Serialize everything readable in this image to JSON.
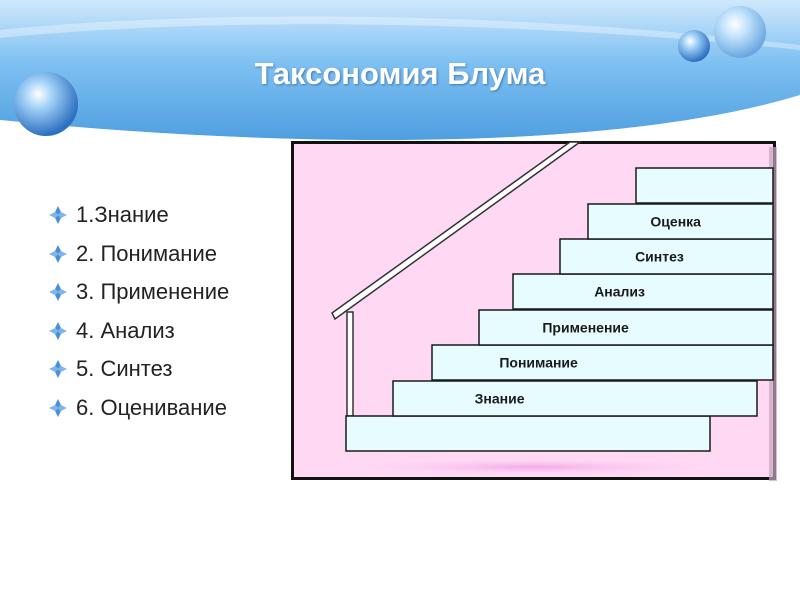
{
  "slide": {
    "title": "Таксономия Блума"
  },
  "bullets": [
    {
      "text": "1.Знание"
    },
    {
      "text": "2. Понимание"
    },
    {
      "text": "3. Применение"
    },
    {
      "text": "4. Анализ"
    },
    {
      "text": "5. Синтез"
    },
    {
      "text": "6. Оценивание"
    }
  ],
  "staircase": {
    "steps": [
      {
        "label": ""
      },
      {
        "label": "Знание"
      },
      {
        "label": "Понимание"
      },
      {
        "label": "Применение"
      },
      {
        "label": "Анализ"
      },
      {
        "label": "Синтез"
      },
      {
        "label": "Оценка"
      },
      {
        "label": ""
      }
    ]
  },
  "colors": {
    "header_blue": "#5aa8e8",
    "diagram_background": "#ffd8f4",
    "step_fill": "#e6fcff",
    "bullet_blue": "#4a90d9"
  }
}
